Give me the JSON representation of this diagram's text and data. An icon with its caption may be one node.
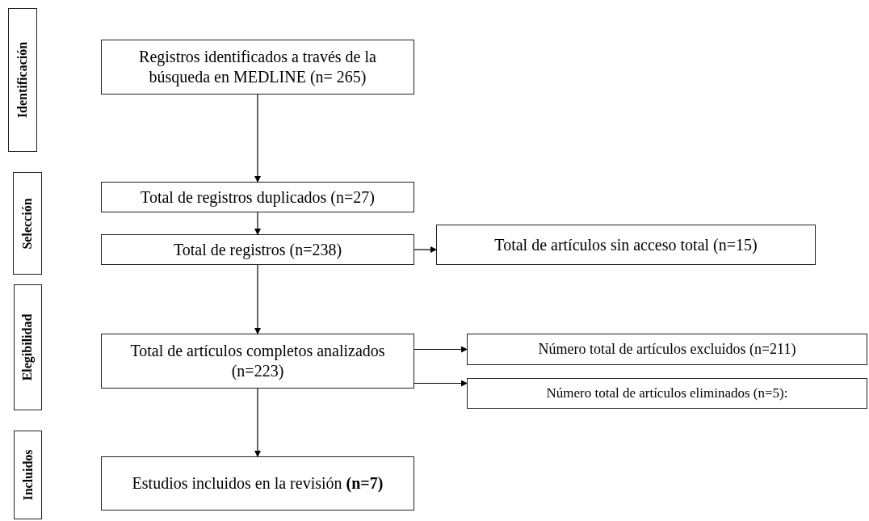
{
  "diagram": {
    "nodes": [
      {
        "text": [
          "Identificación"
        ]
      },
      {
        "text": [
          "Selección"
        ]
      },
      {
        "text": [
          "Elegibilidad"
        ]
      },
      {
        "text": [
          "Incluidos"
        ]
      },
      {
        "text": [
          "Registros identificados a través de la búsqueda en MEDLINE (n= 265)"
        ]
      },
      {
        "text": [
          "Total de registros duplicados (n=27)"
        ]
      },
      {
        "text": [
          "Total de registros (n=238)"
        ]
      },
      {
        "text": [
          "Total de artículos sin acceso total (n=15)"
        ]
      },
      {
        "text": [
          "Total de artículos completos analizados (n=223)"
        ]
      },
      {
        "text": [
          "Número total de artículos excluidos (n=211)"
        ]
      },
      {
        "text": [
          "Número total de artículos eliminados (n=5):"
        ]
      },
      {
        "text": [
          "Estudios incluidos en la revisión **(n=7)**"
        ]
      }
    ],
    "edges": [
      {
        "from": 4,
        "to": 5,
        "arrow": "to"
      },
      {
        "from": 5,
        "to": 6,
        "arrow": "to"
      },
      {
        "from": 6,
        "to": 7,
        "arrow": "to"
      },
      {
        "from": 6,
        "to": 8,
        "arrow": "to"
      },
      {
        "from": 8,
        "to": 9,
        "arrow": "to"
      },
      {
        "from": 8,
        "to": 10,
        "arrow": "to"
      },
      {
        "from": 8,
        "to": 11,
        "arrow": "to"
      }
    ]
  }
}
